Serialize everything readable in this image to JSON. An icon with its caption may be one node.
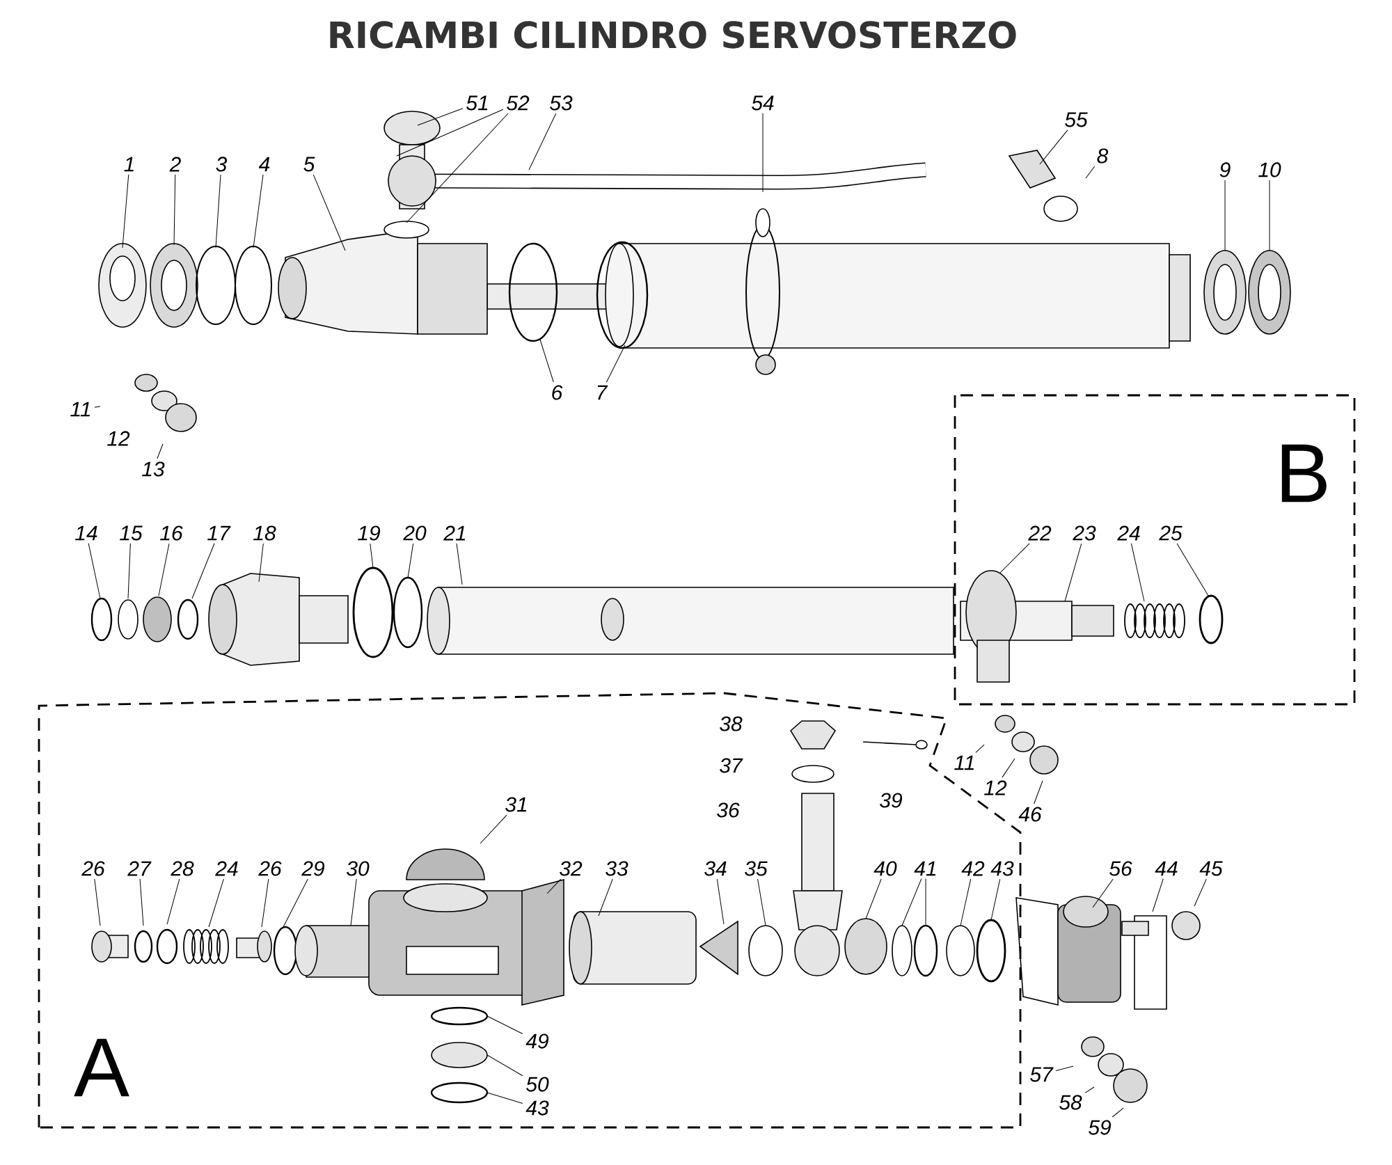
{
  "diagram": {
    "title": "RICAMBI CILINDRO SERVOSTERZO",
    "nodes": [
      {
        "text": [
          "51"
        ]
      },
      {
        "text": [
          "52"
        ]
      },
      {
        "text": [
          "53"
        ]
      },
      {
        "text": [
          "1"
        ]
      },
      {
        "text": [
          "2"
        ]
      },
      {
        "text": [
          "3"
        ]
      },
      {
        "text": [
          "4"
        ]
      },
      {
        "text": [
          "5"
        ]
      },
      {
        "text": [
          "54"
        ]
      },
      {
        "text": [
          "55"
        ]
      },
      {
        "text": [
          "8"
        ]
      },
      {
        "text": [
          "9"
        ]
      },
      {
        "text": [
          "10"
        ]
      },
      {
        "text": [
          "6"
        ]
      },
      {
        "text": [
          "7"
        ]
      },
      {
        "text": [
          "11"
        ]
      },
      {
        "text": [
          "12"
        ]
      },
      {
        "text": [
          "13"
        ]
      },
      {
        "text": [
          "B"
        ]
      },
      {
        "text": [
          "14"
        ]
      },
      {
        "text": [
          "15"
        ]
      },
      {
        "text": [
          "16"
        ]
      },
      {
        "text": [
          "17"
        ]
      },
      {
        "text": [
          "18"
        ]
      },
      {
        "text": [
          "19"
        ]
      },
      {
        "text": [
          "20"
        ]
      },
      {
        "text": [
          "21"
        ]
      },
      {
        "text": [
          "22"
        ],
        "in": 18
      },
      {
        "text": [
          "23"
        ],
        "in": 18
      },
      {
        "text": [
          "24"
        ],
        "in": 18
      },
      {
        "text": [
          "25"
        ],
        "in": 18
      },
      {
        "text": [
          "A"
        ]
      },
      {
        "text": [
          "38"
        ],
        "in": 31
      },
      {
        "text": [
          "37"
        ],
        "in": 31
      },
      {
        "text": [
          "36"
        ],
        "in": 31
      },
      {
        "text": [
          "39"
        ],
        "in": 31
      },
      {
        "text": [
          "11"
        ]
      },
      {
        "text": [
          "12"
        ]
      },
      {
        "text": [
          "46"
        ]
      },
      {
        "text": [
          "31"
        ],
        "in": 31
      },
      {
        "text": [
          "26"
        ],
        "in": 31
      },
      {
        "text": [
          "27"
        ],
        "in": 31
      },
      {
        "text": [
          "28"
        ],
        "in": 31
      },
      {
        "text": [
          "24"
        ],
        "in": 31
      },
      {
        "text": [
          "26"
        ],
        "in": 31
      },
      {
        "text": [
          "29"
        ],
        "in": 31
      },
      {
        "text": [
          "30"
        ],
        "in": 31
      },
      {
        "text": [
          "32"
        ],
        "in": 31
      },
      {
        "text": [
          "33"
        ],
        "in": 31
      },
      {
        "text": [
          "34"
        ],
        "in": 31
      },
      {
        "text": [
          "35"
        ],
        "in": 31
      },
      {
        "text": [
          "40"
        ],
        "in": 31
      },
      {
        "text": [
          "41"
        ],
        "in": 31
      },
      {
        "text": [
          "42"
        ],
        "in": 31
      },
      {
        "text": [
          "43"
        ],
        "in": 31
      },
      {
        "text": [
          "56"
        ]
      },
      {
        "text": [
          "44"
        ]
      },
      {
        "text": [
          "45"
        ]
      },
      {
        "text": [
          "49"
        ],
        "in": 31
      },
      {
        "text": [
          "50"
        ],
        "in": 31
      },
      {
        "text": [
          "43"
        ],
        "in": 31
      },
      {
        "text": [
          "57"
        ]
      },
      {
        "text": [
          "58"
        ]
      },
      {
        "text": [
          "59"
        ]
      }
    ],
    "edges": [
      {
        "from": 0,
        "to": null,
        "arrow": "none"
      },
      {
        "from": 1,
        "to": null,
        "arrow": "none"
      },
      {
        "from": 1,
        "to": null,
        "arrow": "none"
      },
      {
        "from": 2,
        "to": null,
        "arrow": "none"
      },
      {
        "from": 3,
        "to": null,
        "arrow": "none"
      },
      {
        "from": 4,
        "to": null,
        "arrow": "none"
      },
      {
        "from": 5,
        "to": null,
        "arrow": "none"
      },
      {
        "from": 6,
        "to": null,
        "arrow": "none"
      },
      {
        "from": 7,
        "to": null,
        "arrow": "none"
      },
      {
        "from": 8,
        "to": null,
        "arrow": "none"
      },
      {
        "from": 9,
        "to": null,
        "arrow": "none"
      },
      {
        "from": 10,
        "to": null,
        "arrow": "none"
      },
      {
        "from": 11,
        "to": null,
        "arrow": "none"
      },
      {
        "from": 12,
        "to": null,
        "arrow": "none"
      },
      {
        "from": 13,
        "to": null,
        "arrow": "none"
      },
      {
        "from": 14,
        "to": null,
        "arrow": "none"
      },
      {
        "from": 15,
        "to": null,
        "arrow": "none"
      },
      {
        "from": 17,
        "to": null,
        "arrow": "none"
      },
      {
        "from": 19,
        "to": null,
        "arrow": "none"
      },
      {
        "from": 20,
        "to": null,
        "arrow": "none"
      },
      {
        "from": 21,
        "to": null,
        "arrow": "none"
      },
      {
        "from": 22,
        "to": null,
        "arrow": "none"
      },
      {
        "from": 23,
        "to": null,
        "arrow": "none"
      },
      {
        "from": 24,
        "to": null,
        "arrow": "none"
      },
      {
        "from": 25,
        "to": null,
        "arrow": "none"
      },
      {
        "from": 26,
        "to": null,
        "arrow": "none"
      },
      {
        "from": 27,
        "to": null,
        "arrow": "none"
      },
      {
        "from": 28,
        "to": null,
        "arrow": "none"
      },
      {
        "from": 29,
        "to": null,
        "arrow": "none"
      },
      {
        "from": 30,
        "to": null,
        "arrow": "none"
      },
      {
        "from": 36,
        "to": null,
        "arrow": "none"
      },
      {
        "from": 37,
        "to": null,
        "arrow": "none"
      },
      {
        "from": 38,
        "to": null,
        "arrow": "none"
      },
      {
        "from": 39,
        "to": null,
        "arrow": "none"
      },
      {
        "from": 40,
        "to": null,
        "arrow": "none"
      },
      {
        "from": 41,
        "to": null,
        "arrow": "none"
      },
      {
        "from": 42,
        "to": null,
        "arrow": "none"
      },
      {
        "from": 43,
        "to": null,
        "arrow": "none"
      },
      {
        "from": 44,
        "to": null,
        "arrow": "none"
      },
      {
        "from": 45,
        "to": null,
        "arrow": "none"
      },
      {
        "from": 46,
        "to": null,
        "arrow": "none"
      },
      {
        "from": 47,
        "to": null,
        "arrow": "none"
      },
      {
        "from": 48,
        "to": null,
        "arrow": "none"
      },
      {
        "from": 49,
        "to": null,
        "arrow": "none"
      },
      {
        "from": 50,
        "to": null,
        "arrow": "none"
      },
      {
        "from": 51,
        "to": null,
        "arrow": "none"
      },
      {
        "from": 52,
        "to": null,
        "arrow": "none"
      },
      {
        "from": 52,
        "to": null,
        "arrow": "none"
      },
      {
        "from": 53,
        "to": null,
        "arrow": "none"
      },
      {
        "from": 54,
        "to": null,
        "arrow": "none"
      },
      {
        "from": 55,
        "to": null,
        "arrow": "none"
      },
      {
        "from": 56,
        "to": null,
        "arrow": "none"
      },
      {
        "from": 57,
        "to": null,
        "arrow": "none"
      },
      {
        "from": 58,
        "to": null,
        "arrow": "none"
      },
      {
        "from": 59,
        "to": null,
        "arrow": "none"
      },
      {
        "from": 60,
        "to": null,
        "arrow": "none"
      },
      {
        "from": 61,
        "to": null,
        "arrow": "none"
      },
      {
        "from": 62,
        "to": null,
        "arrow": "none"
      },
      {
        "from": 63,
        "to": null,
        "arrow": "none"
      }
    ]
  }
}
